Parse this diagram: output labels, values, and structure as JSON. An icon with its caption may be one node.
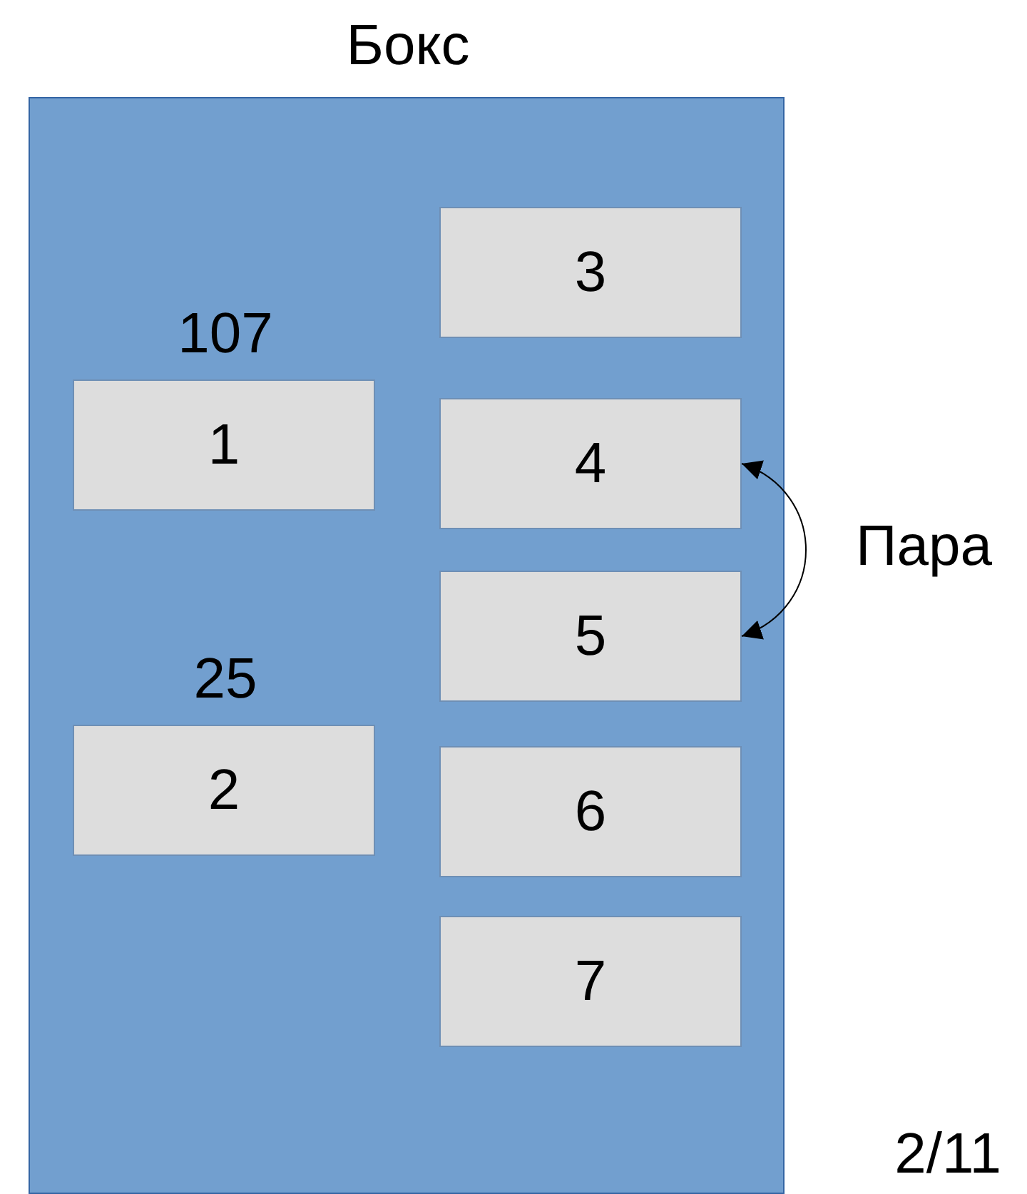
{
  "diagram": {
    "nodes": [
      {
        "text": [
          "Бокс"
        ]
      },
      {
        "text": [
          "1"
        ],
        "in": 0,
        "beside": [
          "107"
        ]
      },
      {
        "text": [
          "2"
        ],
        "in": 0,
        "beside": [
          "25"
        ]
      },
      {
        "text": [
          "3"
        ],
        "in": 0
      },
      {
        "text": [
          "4"
        ],
        "in": 0
      },
      {
        "text": [
          "5"
        ],
        "in": 0
      },
      {
        "text": [
          "6"
        ],
        "in": 0
      },
      {
        "text": [
          "7"
        ],
        "in": 0
      }
    ],
    "edges": [
      {
        "from": 4,
        "to": 5,
        "arrow": "both",
        "label": "Пара"
      }
    ],
    "labels": [
      "2/11"
    ]
  }
}
